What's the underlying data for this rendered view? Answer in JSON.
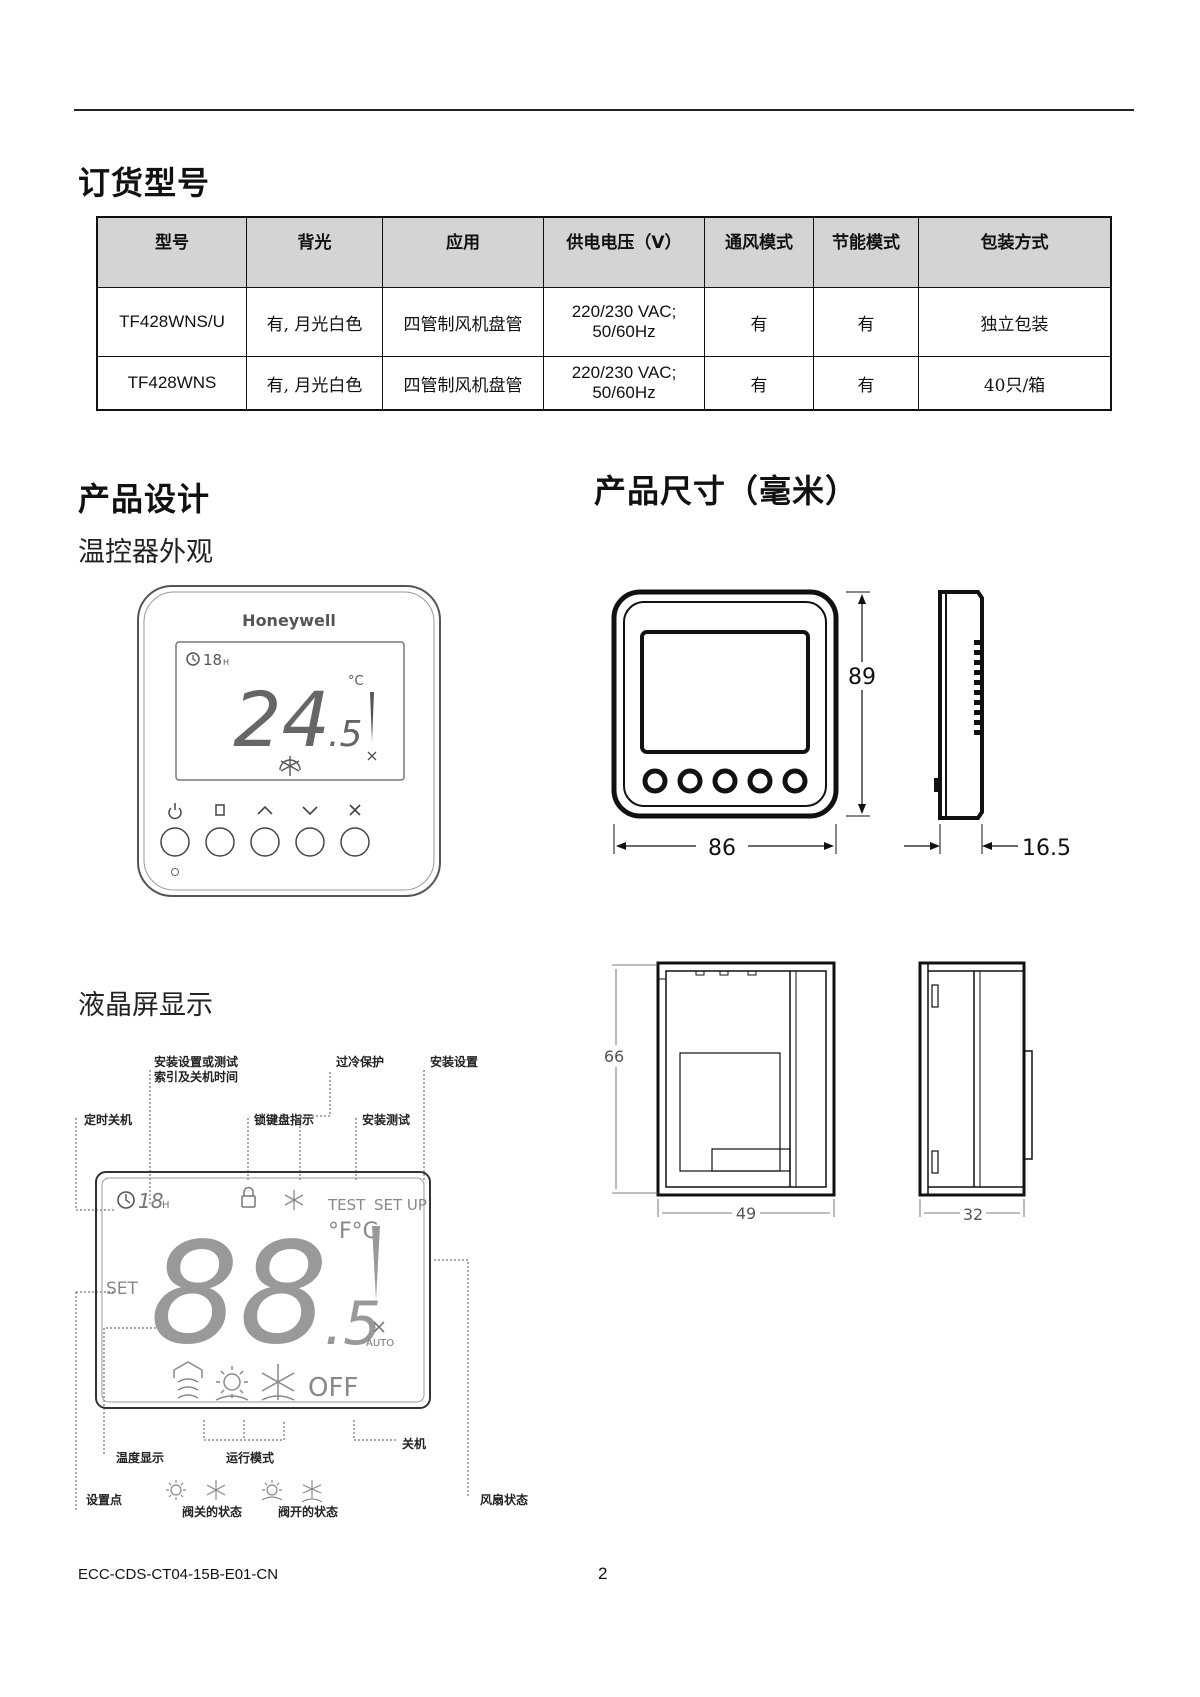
{
  "sections": {
    "ordering": "订货型号",
    "design": "产品设计",
    "dimensions": "产品尺寸（毫米）",
    "appearance": "温控器外观",
    "lcd": "液晶屏显示"
  },
  "table": {
    "headers": [
      "型号",
      "背光",
      "应用",
      "供电电压（V）",
      "通风模式",
      "节能模式",
      "包装方式"
    ],
    "rows": [
      [
        "TF428WNS/U",
        "有, 月光白色",
        "四管制风机盘管",
        "220/230 VAC;\n50/60Hz",
        "有",
        "有",
        "独立包装"
      ],
      [
        "TF428WNS",
        "有, 月光白色",
        "四管制风机盘管",
        "220/230 VAC;\n50/60Hz",
        "有",
        "有",
        "40只/箱"
      ]
    ]
  },
  "thermostat": {
    "brand": "Honeywell",
    "timer": "18",
    "timer_unit": "H",
    "temp": "24",
    "temp_decimal": ".5",
    "unit": "°C"
  },
  "lcd": {
    "timer": "18",
    "timer_unit": "H",
    "test": "TEST",
    "setup": "SET UP",
    "unit": "°F°C",
    "set": "SET",
    "digits": "88",
    "decimal": ".5",
    "auto": "AUTO",
    "off": "OFF",
    "callouts": {
      "install_setting_or_test": "安装设置或测试",
      "index_and_off_time": "索引及关机时间",
      "overcool": "过冷保护",
      "install_setup": "安装设置",
      "timer_off": "定时关机",
      "keylock": "锁键盘指示",
      "install_test": "安装测试",
      "temp_display": "温度显示",
      "run_mode": "运行模式",
      "off": "关机",
      "setpoint": "设置点",
      "valve_closed": "阀关的状态",
      "valve_open": "阀开的状态",
      "fan_status": "风扇状态"
    }
  },
  "dimensions": {
    "height": "89",
    "width": "86",
    "depth": "16.5",
    "inner_height": "66",
    "inner_width": "49",
    "inner_depth": "32"
  },
  "footer": {
    "doc_id": "ECC-CDS-CT04-15B-E01-CN",
    "page": "2"
  }
}
